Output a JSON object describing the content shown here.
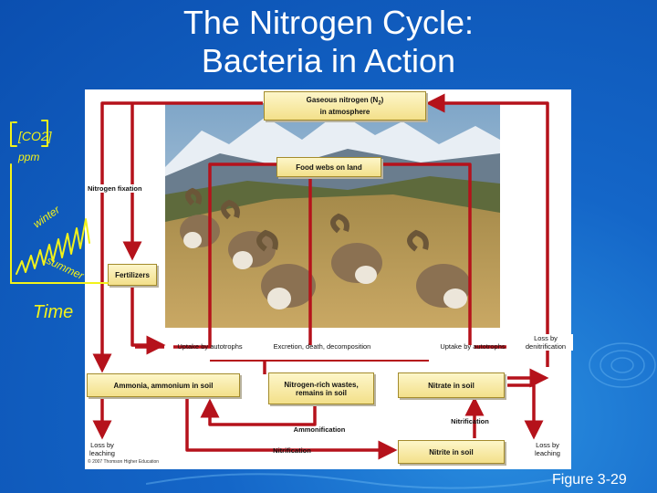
{
  "slide": {
    "title_line1": "The Nitrogen Cycle:",
    "title_line2": "Bacteria in Action",
    "figure_number": "Figure 3-29"
  },
  "diagram": {
    "boxes": {
      "gaseous_line1": "Gaseous nitrogen (N",
      "gaseous_sub": "2",
      "gaseous_line1_end": ")",
      "gaseous_line2": "in atmosphere",
      "food_webs": "Food webs on land",
      "fertilizers": "Fertilizers",
      "ammonia": "Ammonia, ammonium in soil",
      "wastes_line1": "Nitrogen-rich wastes,",
      "wastes_line2": "remains in soil",
      "nitrate": "Nitrate in soil",
      "nitrite": "Nitrite in soil"
    },
    "labels": {
      "nitrogen_fixation": "Nitrogen fixation",
      "uptake_left": "Uptake by autotrophs",
      "excretion": "Excretion, death, decomposition",
      "uptake_right": "Uptake by autotrophs",
      "loss_denit_line1": "Loss by",
      "loss_denit_line2": "denitrification",
      "ammonification": "Ammonification",
      "nitrification_right": "Nitrification",
      "nitrification_bottom": "Nitrification",
      "loss_leach_left_line1": "Loss by",
      "loss_leach_left_line2": "leaching",
      "loss_leach_right_line1": "Loss by",
      "loss_leach_right_line2": "leaching"
    },
    "credit": "© 2007 Thomson Higher Education",
    "arrow_color": "#b5121b"
  },
  "handwriting": {
    "co2": "[CO2]",
    "ppm": "ppm",
    "winter": "winter",
    "summer": "summer",
    "time": "Time",
    "ink_color": "#f2f21a"
  }
}
